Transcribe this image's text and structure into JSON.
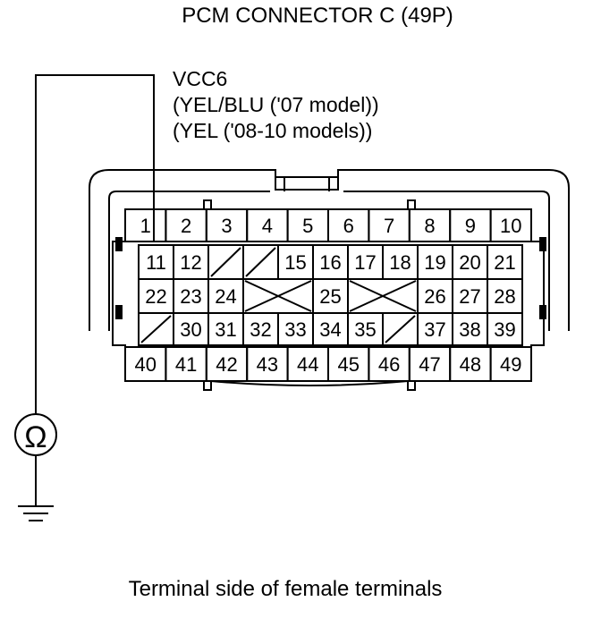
{
  "title": "PCM CONNECTOR C (49P)",
  "wire_label": {
    "signal": "VCC6",
    "color_2007": "(YEL/BLU ('07 model))",
    "color_2008_10": "(YEL ('08-10 models))"
  },
  "caption": "Terminal side of female terminals",
  "meter_symbol": "Ω",
  "connector": {
    "rows": [
      [
        "1",
        "2",
        "3",
        "4",
        "5",
        "6",
        "7",
        "8",
        "9",
        "10"
      ],
      [
        "11",
        "12",
        "",
        "",
        "15",
        "16",
        "17",
        "18",
        "19",
        "20",
        "21"
      ],
      [
        "22",
        "23",
        "24",
        "",
        "25",
        "",
        "26",
        "27",
        "28"
      ],
      [
        "",
        "30",
        "31",
        "32",
        "33",
        "34",
        "35",
        "",
        "37",
        "38",
        "39"
      ],
      [
        "40",
        "41",
        "42",
        "43",
        "44",
        "45",
        "46",
        "47",
        "48",
        "49"
      ]
    ],
    "probed_terminal": "1"
  }
}
